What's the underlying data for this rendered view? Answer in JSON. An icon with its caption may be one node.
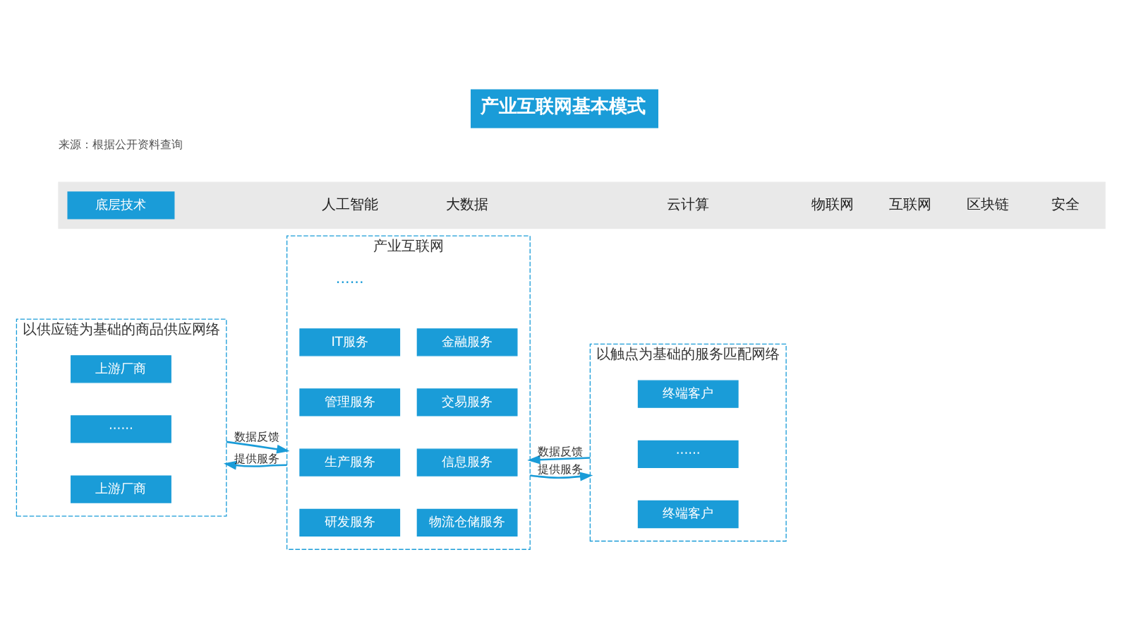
{
  "diagram": {
    "title": "产业互联网基本模式",
    "nodes": [
      {
        "text": [
          "以供应链为基础的商品供应网络"
        ]
      },
      {
        "text": [
          "上游厂商"
        ],
        "in": 0
      },
      {
        "text": [
          "······"
        ],
        "in": 0
      },
      {
        "text": [
          "上游厂商"
        ],
        "in": 0
      },
      {
        "text": [
          "产业互联网"
        ]
      },
      {
        "text": [
          "研发服务"
        ],
        "in": 4
      },
      {
        "text": [
          "物流仓储服务"
        ],
        "in": 4
      },
      {
        "text": [
          "生产服务"
        ],
        "in": 4
      },
      {
        "text": [
          "信息服务"
        ],
        "in": 4
      },
      {
        "text": [
          "管理服务"
        ],
        "in": 4
      },
      {
        "text": [
          "交易服务"
        ],
        "in": 4
      },
      {
        "text": [
          "IT服务"
        ],
        "in": 4
      },
      {
        "text": [
          "金融服务"
        ],
        "in": 4
      },
      {
        "text": [
          "以触点为基础的服务匹配网络"
        ]
      },
      {
        "text": [
          "终端客户"
        ],
        "in": 13
      },
      {
        "text": [
          "······"
        ],
        "in": 13
      },
      {
        "text": [
          "终端客户"
        ],
        "in": 13
      },
      {
        "text": [],
        "shape": "bar"
      },
      {
        "text": [
          "底层技术"
        ],
        "in": 17
      }
    ],
    "edges": [
      {
        "from": 0,
        "to": 4,
        "label": "数据反馈",
        "arrow": "to"
      },
      {
        "from": 4,
        "to": 0,
        "label": "提供服务",
        "arrow": "to"
      },
      {
        "from": 13,
        "to": 4,
        "label": "数据反馈",
        "arrow": "to"
      },
      {
        "from": 4,
        "to": 13,
        "label": "提供服务",
        "arrow": "to"
      }
    ],
    "labels": [
      "······",
      "人工智能",
      "大数据",
      "云计算",
      "物联网",
      "互联网",
      "区块链",
      "安全",
      "来源：根据公开资料查询"
    ]
  }
}
